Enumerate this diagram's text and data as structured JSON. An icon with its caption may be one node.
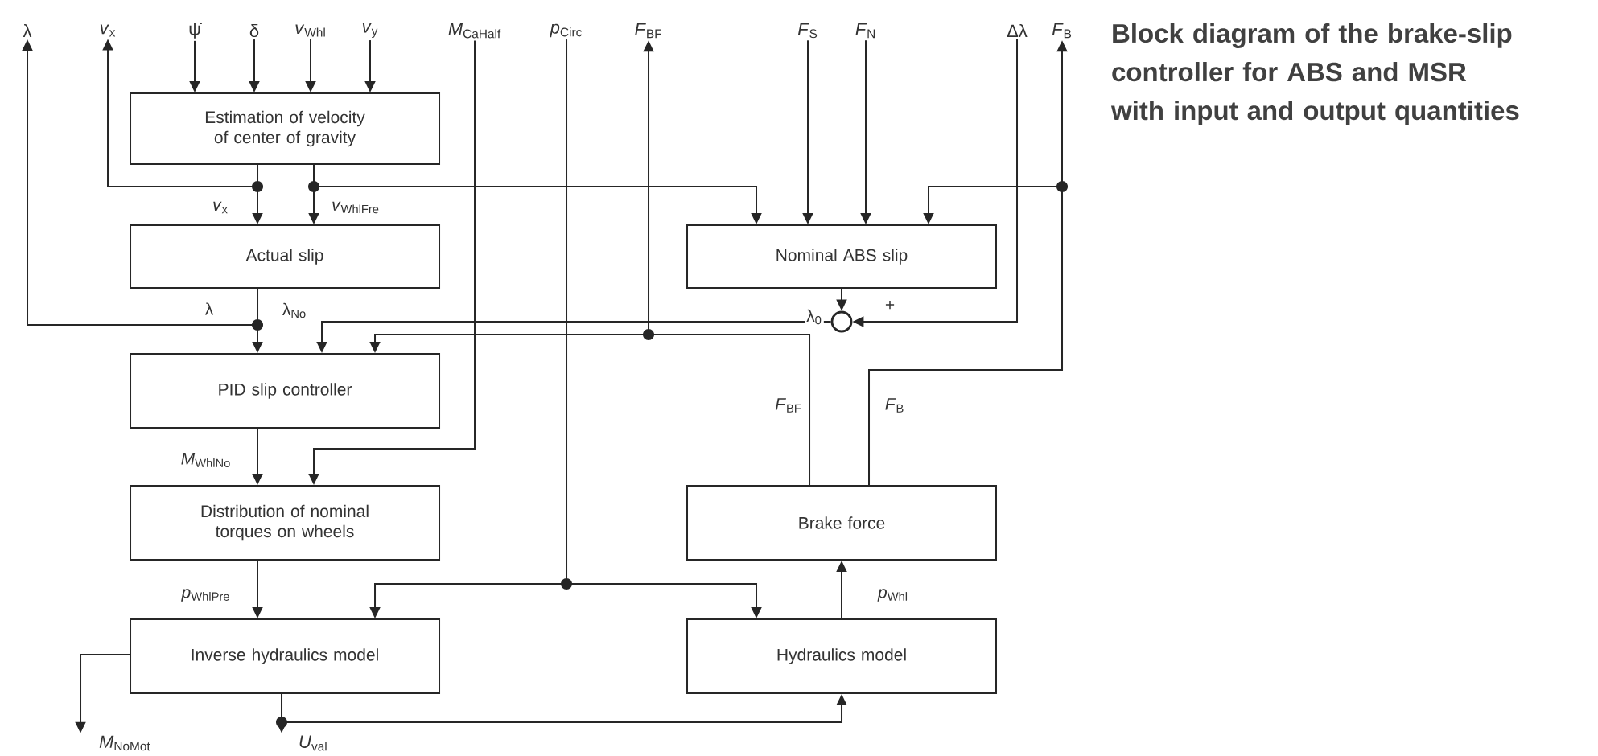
{
  "diagram": {
    "caption": "Block diagram of the brake-slip controller for ABS and MSR with input and output quantities",
    "nodes": [
      {
        "text": [
          "Estimation of velocity of center of gravity"
        ]
      },
      {
        "text": [
          "Actual slip"
        ]
      },
      {
        "text": [
          "PID slip controller"
        ]
      },
      {
        "text": [
          "Distribution of nominal torques on wheels"
        ]
      },
      {
        "text": [
          "Inverse hydraulics model"
        ]
      },
      {
        "text": [
          "Nominal ABS slip"
        ]
      },
      {
        "text": [
          "Brake force"
        ]
      },
      {
        "text": [
          "Hydraulics model"
        ]
      },
      {
        "text": [],
        "shape": "circle"
      },
      {
        "text": [
          "λ"
        ]
      },
      {
        "text": [
          "*v*$_{x}$"
        ]
      },
      {
        "text": [
          "ψ̇"
        ]
      },
      {
        "text": [
          "δ"
        ]
      },
      {
        "text": [
          "*v*$_{Whl}$"
        ]
      },
      {
        "text": [
          "*v*$_{y}$"
        ]
      },
      {
        "text": [
          "*M*$_{CaHalf}$"
        ]
      },
      {
        "text": [
          "*p*$_{Circ}$"
        ]
      },
      {
        "text": [
          "*F*$_{BF}$"
        ]
      },
      {
        "text": [
          "*F*$_{S}$"
        ]
      },
      {
        "text": [
          "*F*$_{N}$"
        ]
      },
      {
        "text": [
          "Δλ"
        ]
      },
      {
        "text": [
          "*F*$_{B}$"
        ]
      },
      {
        "text": [
          "*M*$_{NoMot}$"
        ]
      },
      {
        "text": [
          "*U*$_{val}$"
        ]
      }
    ],
    "edges": [
      {
        "from": 11,
        "to": 0,
        "arrow": "to"
      },
      {
        "from": 12,
        "to": 0,
        "arrow": "to"
      },
      {
        "from": 13,
        "to": 0,
        "arrow": "to"
      },
      {
        "from": 14,
        "to": 0,
        "arrow": "to"
      },
      {
        "from": 0,
        "to": 1,
        "arrow": "to",
        "label": "*v*$_{x}$"
      },
      {
        "from": 0,
        "to": 1,
        "arrow": "to",
        "label": "*v*$_{WhlFre}$"
      },
      {
        "from": 0,
        "to": 10,
        "arrow": "to"
      },
      {
        "from": 0,
        "to": 5,
        "arrow": "to"
      },
      {
        "from": 18,
        "to": 5,
        "arrow": "to"
      },
      {
        "from": 19,
        "to": 5,
        "arrow": "to"
      },
      {
        "from": 6,
        "to": 5,
        "arrow": "to"
      },
      {
        "from": 6,
        "to": 21,
        "arrow": "to",
        "label": "*F*$_{B}$"
      },
      {
        "from": 1,
        "to": 2,
        "arrow": "to",
        "label": "λ$_{No}$"
      },
      {
        "from": 1,
        "to": 9,
        "arrow": "to",
        "label": "λ"
      },
      {
        "from": 5,
        "to": 8,
        "arrow": "to",
        "label": "λ$_{0}$"
      },
      {
        "from": 20,
        "to": 8,
        "arrow": "to",
        "label": "+"
      },
      {
        "from": 8,
        "to": 2,
        "arrow": "to"
      },
      {
        "from": 6,
        "to": 2,
        "arrow": "to",
        "label": "*F*$_{BF}$"
      },
      {
        "from": 6,
        "to": 17,
        "arrow": "to"
      },
      {
        "from": 15,
        "to": 3,
        "arrow": "to"
      },
      {
        "from": 2,
        "to": 3,
        "arrow": "to",
        "label": "*M*$_{WhlNo}$"
      },
      {
        "from": 3,
        "to": 4,
        "arrow": "to",
        "label": "*p*$_{WhlPre}$"
      },
      {
        "from": 16,
        "to": 4,
        "arrow": "to"
      },
      {
        "from": 16,
        "to": 7,
        "arrow": "to"
      },
      {
        "from": 7,
        "to": 6,
        "arrow": "to",
        "label": "*p*$_{Whl}$"
      },
      {
        "from": 4,
        "to": 22,
        "arrow": "to"
      },
      {
        "from": 4,
        "to": 23,
        "arrow": "to"
      },
      {
        "from": 4,
        "to": 7,
        "arrow": "to"
      }
    ]
  }
}
